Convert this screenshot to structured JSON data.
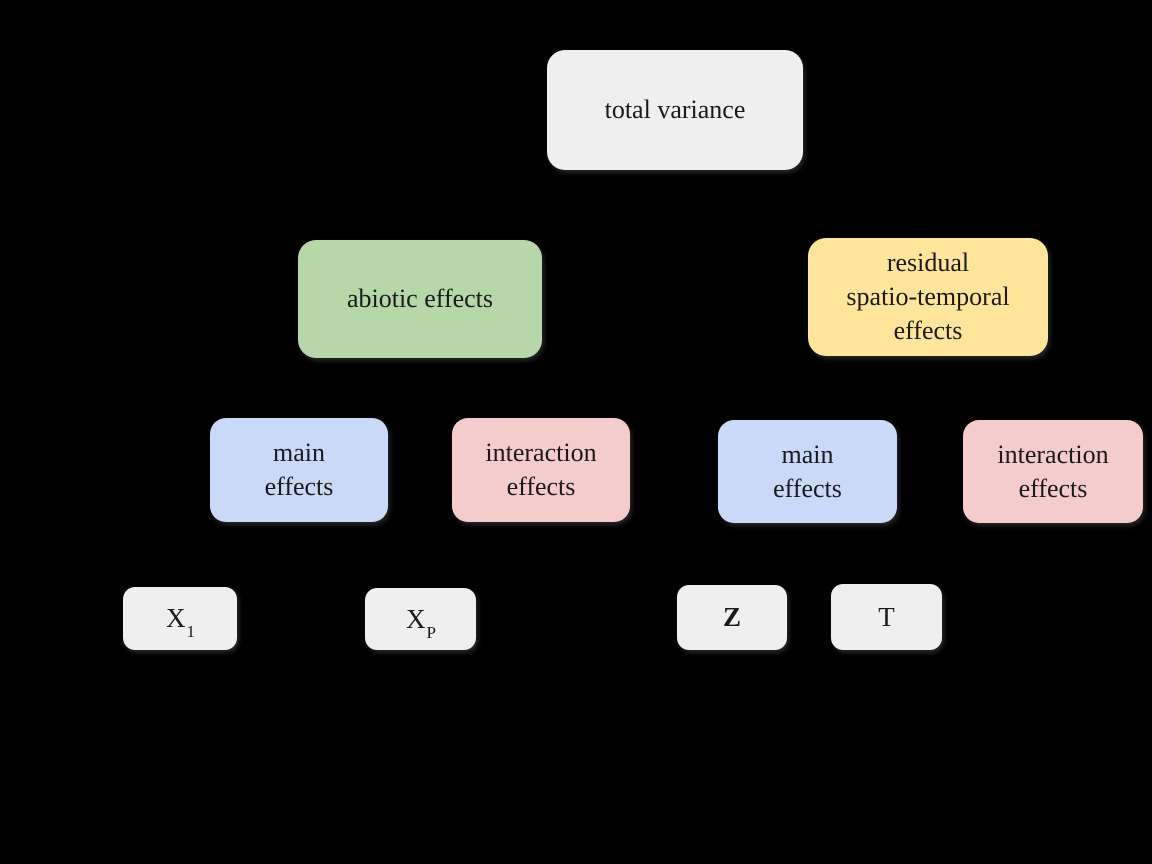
{
  "canvas": {
    "background": "#000000",
    "text_color": "#1a1a1a"
  },
  "palette": {
    "gray": "#efefef",
    "green": "#b6d7a8",
    "yellow": "#ffe599",
    "blue": "#c9daf8",
    "pink": "#f4cccc"
  },
  "nodes": {
    "root": {
      "label": "total variance",
      "fill": "#efefef"
    },
    "abiotic": {
      "label": "abiotic effects",
      "fill": "#b6d7a8"
    },
    "residual": {
      "label": "residual spatio-temporal effects",
      "lines": [
        "residual",
        "spatio-temporal",
        "effects"
      ],
      "fill": "#ffe599"
    },
    "main_left": {
      "label": "main effects",
      "lines": [
        "main",
        "effects"
      ],
      "fill": "#c9daf8"
    },
    "interaction_left": {
      "label": "interaction effects",
      "lines": [
        "interaction",
        "effects"
      ],
      "fill": "#f4cccc"
    },
    "main_right": {
      "label": "main effects",
      "lines": [
        "main",
        "effects"
      ],
      "fill": "#c9daf8"
    },
    "interaction_right": {
      "label": "interaction effects",
      "lines": [
        "interaction",
        "effects"
      ],
      "fill": "#f4cccc"
    },
    "x1": {
      "base": "X",
      "sub": "1",
      "fill": "#efefef"
    },
    "xp": {
      "base": "X",
      "sub": "P",
      "fill": "#efefef"
    },
    "z": {
      "base": "Z",
      "bold": true,
      "fill": "#efefef"
    },
    "t": {
      "base": "T",
      "fill": "#efefef"
    }
  }
}
